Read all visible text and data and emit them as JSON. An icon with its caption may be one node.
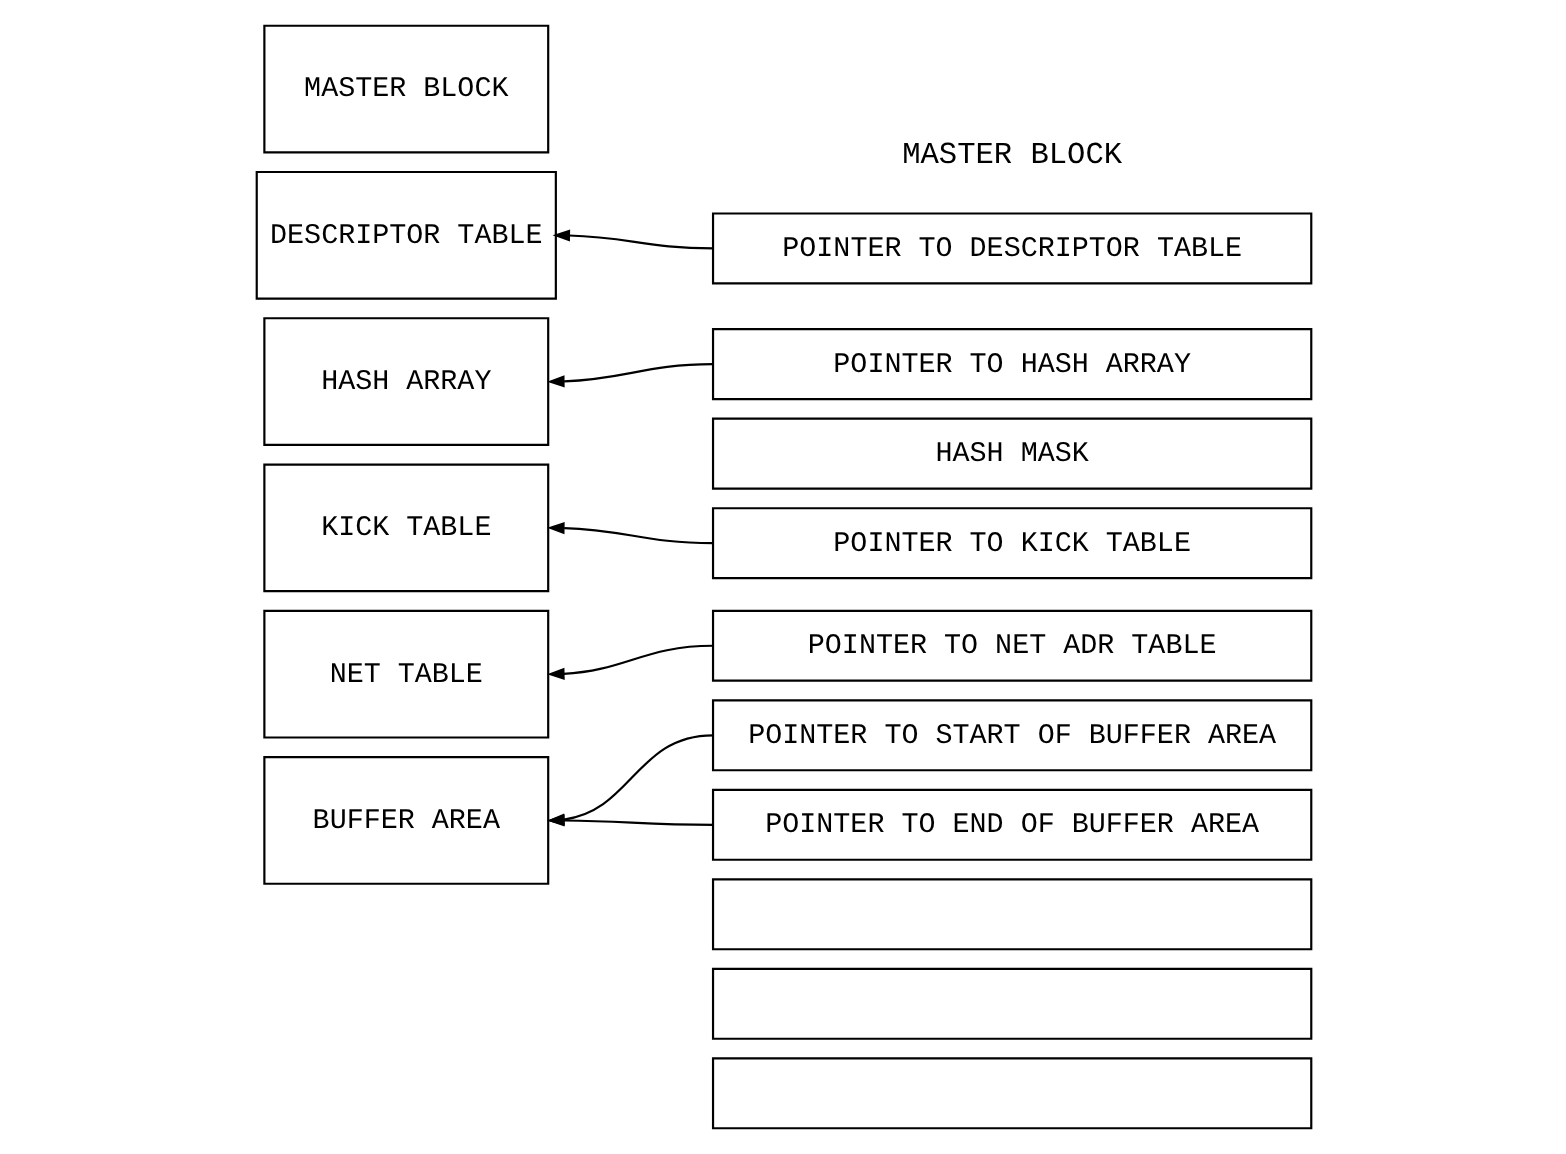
{
  "diagram": {
    "nodes": [
      {
        "text": [
          "MASTER BLOCK"
        ]
      },
      {
        "text": [
          "DESCRIPTOR TABLE"
        ]
      },
      {
        "text": [
          "HASH ARRAY"
        ]
      },
      {
        "text": [
          "KICK TABLE"
        ]
      },
      {
        "text": [
          "NET TABLE"
        ]
      },
      {
        "text": [
          "BUFFER AREA"
        ]
      },
      {
        "text": [
          "POINTER TO DESCRIPTOR TABLE"
        ]
      },
      {
        "text": [
          "POINTER TO HASH ARRAY"
        ]
      },
      {
        "text": [
          "HASH MASK"
        ]
      },
      {
        "text": [
          "POINTER TO KICK TABLE"
        ]
      },
      {
        "text": [
          "POINTER TO NET ADR TABLE"
        ]
      },
      {
        "text": [
          "POINTER TO START OF BUFFER AREA"
        ]
      },
      {
        "text": [
          "POINTER TO END OF BUFFER AREA"
        ]
      },
      {
        "text": [],
        "shape": "box"
      },
      {
        "text": [],
        "shape": "box"
      },
      {
        "text": [],
        "shape": "box"
      }
    ],
    "edges": [
      {
        "from": 6,
        "to": 1,
        "arrow": "to"
      },
      {
        "from": 7,
        "to": 2,
        "arrow": "to"
      },
      {
        "from": 9,
        "to": 3,
        "arrow": "to"
      },
      {
        "from": 10,
        "to": 4,
        "arrow": "to"
      },
      {
        "from": 11,
        "to": 5,
        "arrow": "to"
      },
      {
        "from": 12,
        "to": 5,
        "arrow": "to"
      }
    ],
    "labels": [
      "MASTER BLOCK"
    ]
  }
}
